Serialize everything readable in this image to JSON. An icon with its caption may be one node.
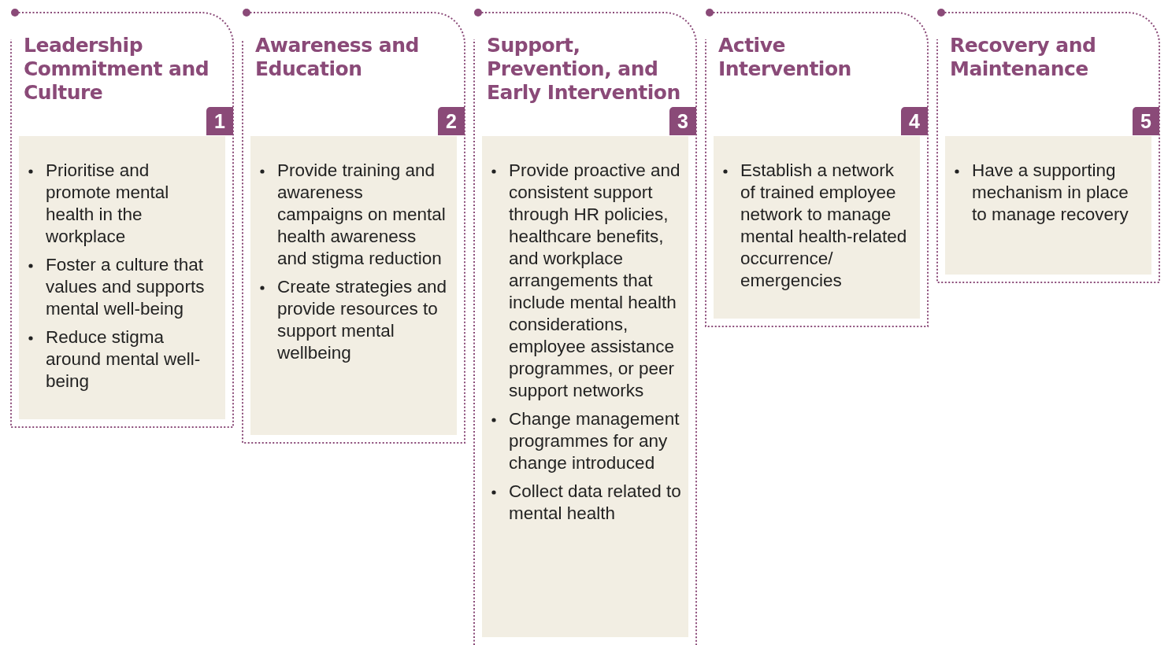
{
  "diagram": {
    "nodes": [
      {
        "text": [
          "Leadership Commitment and Culture",
          "1"
        ]
      },
      {
        "text": [
          "Prioritise and promote mental health in the workplace",
          "Foster a culture that values and supports mental well-being",
          "Reduce stigma around mental well-being"
        ],
        "in": 0
      },
      {
        "text": [
          "Awareness and Education",
          "2"
        ]
      },
      {
        "text": [
          "Provide training and awareness campaigns on mental health awareness and stigma reduction",
          "Create strategies and provide resources to support mental wellbeing"
        ],
        "in": 2
      },
      {
        "text": [
          "Support, Prevention, and Early Intervention",
          "3"
        ]
      },
      {
        "text": [
          "Provide proactive and consistent support through HR policies, healthcare benefits, and workplace arrangements that include mental health considerations, employee assistance programmes, or peer support networks",
          "Change management programmes for any change introduced",
          "Collect data related to mental health"
        ],
        "in": 4
      },
      {
        "text": [
          "Active Intervention",
          "4"
        ]
      },
      {
        "text": [
          "Establish a network of trained employee network to manage mental health-related occurrence/ emergencies"
        ],
        "in": 6
      },
      {
        "text": [
          "Recovery and Maintenance",
          "5"
        ]
      },
      {
        "text": [
          "Have a supporting mechanism in place to manage recovery"
        ],
        "in": 8
      }
    ]
  }
}
